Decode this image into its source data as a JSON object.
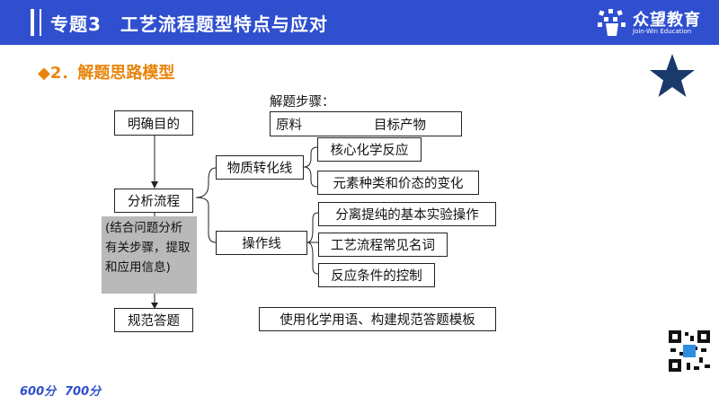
{
  "header": {
    "title": "专题3　工艺流程题型特点与应对",
    "brand": "众望教育",
    "brand_sub": "Join-Win Education"
  },
  "section": {
    "title": "◆2．解题思路模型"
  },
  "flow": {
    "steps": [
      "明确目的",
      "分析流程",
      "规范答题"
    ],
    "note": "(结合问题分析有关步骤，提取和应用信息)"
  },
  "solution": {
    "heading": "解题步骤：",
    "from": "原料",
    "to": "目标产物"
  },
  "lines": [
    {
      "label": "物质转化线",
      "items": [
        "核心化学反应",
        "元素种类和价态的变化"
      ]
    },
    {
      "label": "操作线",
      "items": [
        "分离提纯的基本实验操作",
        "工艺流程常见名词",
        "反应条件的控制"
      ]
    }
  ],
  "answer_template": "使用化学用语、构建规范答题模板",
  "footer": {
    "logo1": "600分",
    "logo2": "700分"
  },
  "colors": {
    "header": "#2f4fcf",
    "accent": "#e8850c",
    "star": "#1a3a6b"
  }
}
